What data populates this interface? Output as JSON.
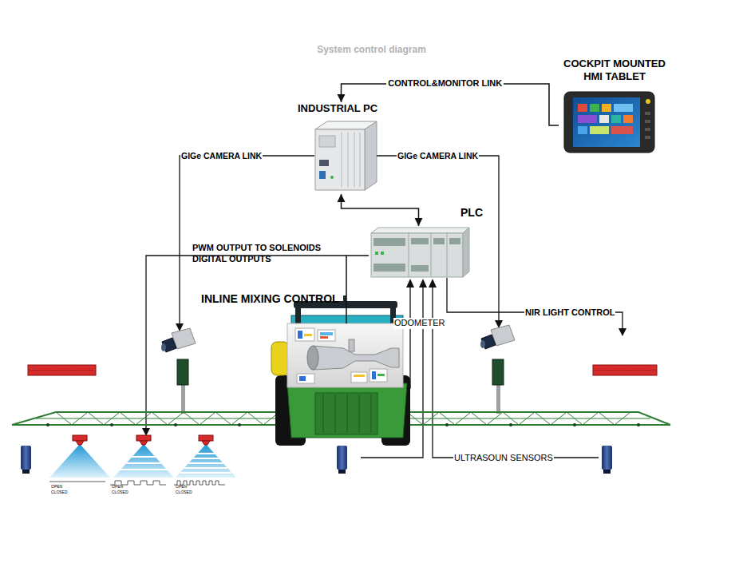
{
  "diagram": {
    "title": "System control diagram",
    "nodes": [
      {
        "text": [
          "COCKPIT MOUNTED HMI TABLET"
        ]
      },
      {
        "text": [
          "INDUSTRIAL PC"
        ]
      },
      {
        "text": [
          "PLC"
        ]
      },
      {
        "text": [
          "INLINE MIXING CONTROL"
        ]
      }
    ],
    "edges": [
      {
        "from": 0,
        "to": 1,
        "arrow": "to",
        "label": "CONTROL&MONITOR LINK"
      },
      {
        "from": 1,
        "to": 2,
        "arrow": "both"
      },
      {
        "from": 2,
        "to": 3,
        "arrow": "none"
      }
    ],
    "labels": [
      "GIGe CAMERA LINK",
      "GIGe CAMERA LINK",
      "PWM OUTPUT TO SOLENOIDS DIGITAL OUTPUTS",
      "NIR LIGHT CONTROL",
      "ODOMETER",
      "ULTRASOUN SENSORS",
      "OPEN",
      "CLOSED",
      "OPEN",
      "CLOSED",
      "OPEN",
      "CLOSED"
    ]
  }
}
